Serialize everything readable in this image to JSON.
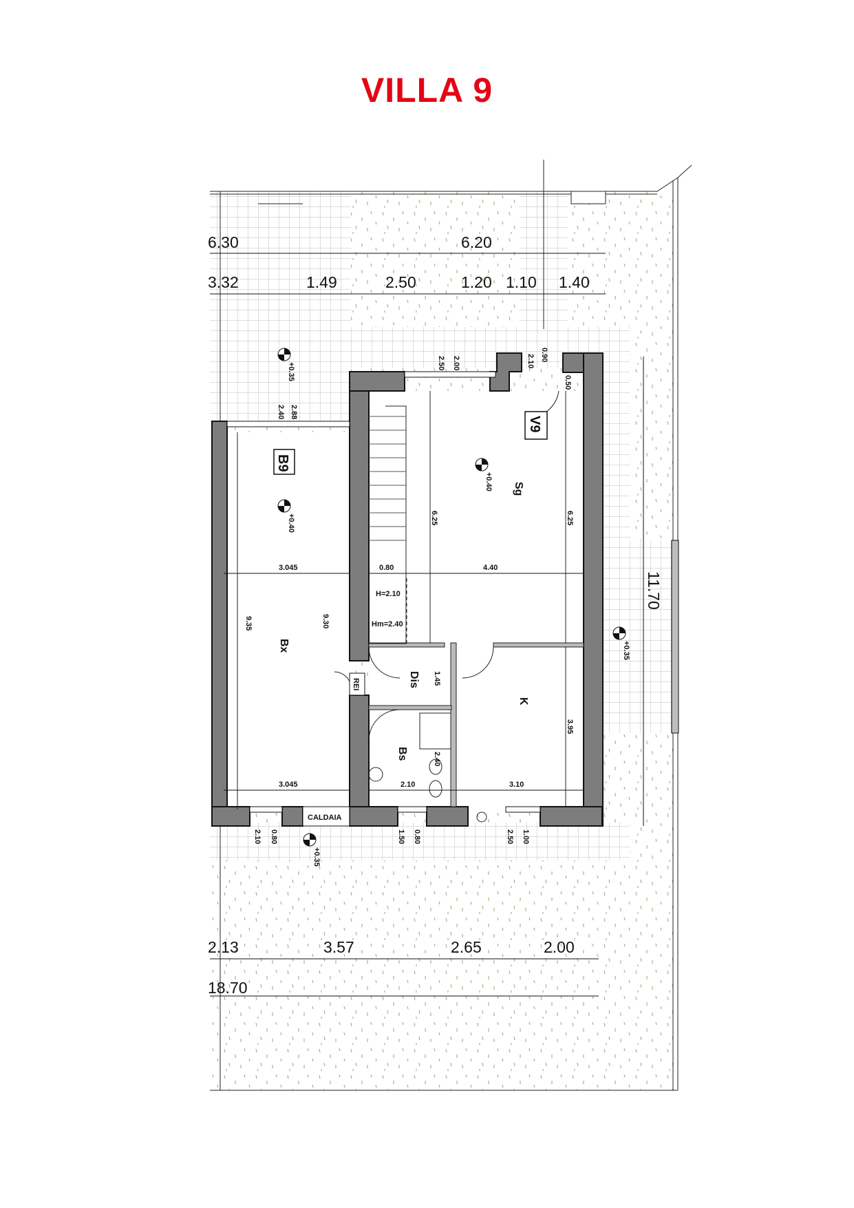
{
  "title": "VILLA 9",
  "colors": {
    "title": "#e30613",
    "wall": "#7d7d7d",
    "grass_dots": "#a9b08a"
  },
  "top_dims": {
    "d_630": "6.30",
    "d_620": "6.20",
    "d_332": "3.32",
    "d_149": "1.49",
    "d_250": "2.50",
    "d_120": "1.20",
    "d_110": "1.10",
    "d_140": "1.40"
  },
  "bottom_dims": {
    "d_213": "2.13",
    "d_357": "3.57",
    "d_265": "2.65",
    "d_200": "2.00",
    "d_1870": "18.70"
  },
  "side_dims": {
    "d_1170": "11.70"
  },
  "levels": {
    "terrace_top": "+0.35",
    "b9": "+0.40",
    "sg": "+0.40",
    "right": "+0.35",
    "bottom": "+0.35"
  },
  "rooms": {
    "b9": {
      "tag": "B9",
      "label": "Bx",
      "w_top": "3.045",
      "w_bottom": "3.045",
      "h_left": "9.35",
      "h_right": "9.30"
    },
    "v9": {
      "tag": "V9",
      "label": "Sg",
      "w": "4.40",
      "h_left": "6.25",
      "h_right": "6.25"
    },
    "dis": {
      "label": "Dis",
      "h": "1.45"
    },
    "bs": {
      "label": "Bs",
      "w": "2.10",
      "h": "2.40"
    },
    "k": {
      "label": "K",
      "w": "3.10",
      "h": "3.95"
    }
  },
  "openings": {
    "b9_top_a": "2.40",
    "b9_top_b": "2.88",
    "v9_top_a": "2.50",
    "v9_top_b": "2.00",
    "v9_door_a": "2.10",
    "v9_door_b": "0.90",
    "v9_side": "0.50",
    "bottom_a": "2.10",
    "bottom_b": "0.80",
    "bottom_c": "1.50",
    "bottom_d": "0.80",
    "bottom_e": "2.50",
    "bottom_f": "1.00"
  },
  "stair": {
    "landing": "0.80",
    "h": "H=2.10",
    "hm": "Hm=2.40"
  },
  "labels": {
    "rei": "REI",
    "caldaia": "CALDAIA"
  }
}
